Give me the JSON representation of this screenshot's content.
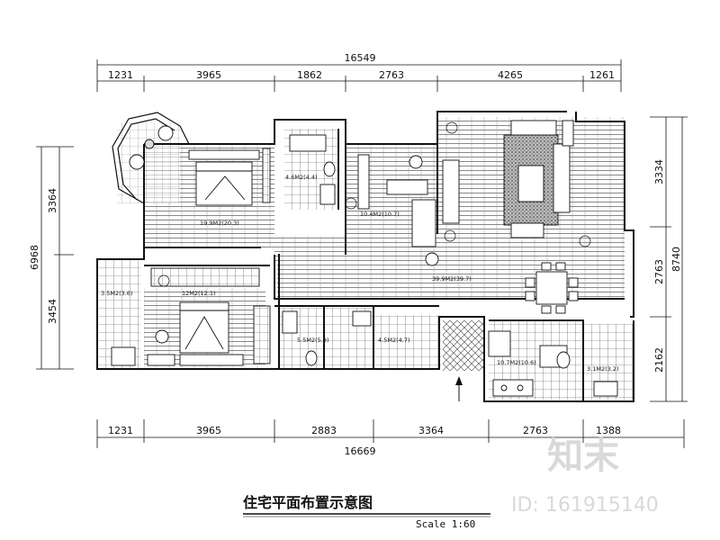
{
  "title": "住宅平面布置示意图",
  "scale": "Scale 1:60",
  "watermark": {
    "logo": "知末",
    "id": "ID: 161915140"
  },
  "dims": {
    "top_total": "16549",
    "top_segments": [
      "1231",
      "3965",
      "1862",
      "2763",
      "4265",
      "1261"
    ],
    "bottom_total": "16669",
    "bottom_segments": [
      "1231",
      "3965",
      "2883",
      "3364",
      "2763",
      "1388"
    ],
    "left_total": "6968",
    "left_segments": [
      "3364",
      "3454"
    ],
    "right_total": "8740",
    "right_segments": [
      "3334",
      "2763",
      "2162"
    ]
  },
  "rooms": {
    "master_bed": "19.9M2(20.3)",
    "bath1": "4.6M2(4.4)",
    "study": "10.4M2(10.7)",
    "balcony": "3.5M2(3.6)",
    "bed2": "12M2(12.1)",
    "living": "39.9M2(39.7)",
    "bath2": "5.5M2(5.9)",
    "closet": "4.5M2(4.7)",
    "kitchen": "10.7M2(10.6)",
    "utility": "3.1M2(3.2)"
  },
  "colors": {
    "line": "#111111",
    "hatch": "#777777",
    "bg": "#ffffff"
  }
}
